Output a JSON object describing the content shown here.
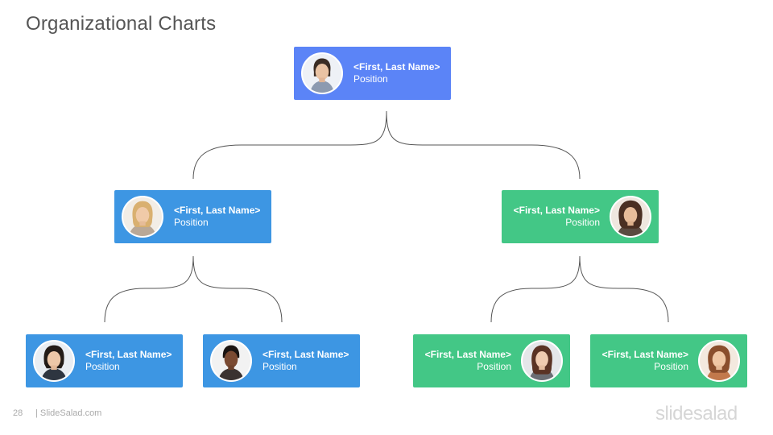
{
  "slide": {
    "title": "Organizational Charts",
    "page_number": "28",
    "footer_site": "| SlideSalad.com",
    "brand": "slidesalad"
  },
  "colors": {
    "top": "#5b84f7",
    "blue": "#3d96e3",
    "green": "#43c786",
    "connector": "#555555"
  },
  "nodes": {
    "ceo": {
      "name": "<First, Last Name>",
      "position": "Position",
      "photo": "person-photo-icon"
    },
    "left_manager": {
      "name": "<First, Last Name>",
      "position": "Position",
      "photo": "person-photo-icon"
    },
    "right_manager": {
      "name": "<First, Last Name>",
      "position": "Position",
      "photo": "person-photo-icon"
    },
    "left_report_1": {
      "name": "<First, Last Name>",
      "position": "Position",
      "photo": "person-photo-icon"
    },
    "left_report_2": {
      "name": "<First, Last Name>",
      "position": "Position",
      "photo": "person-photo-icon"
    },
    "right_report_1": {
      "name": "<First, Last Name>",
      "position": "Position",
      "photo": "person-photo-icon"
    },
    "right_report_2": {
      "name": "<First, Last Name>",
      "position": "Position",
      "photo": "person-photo-icon"
    }
  }
}
